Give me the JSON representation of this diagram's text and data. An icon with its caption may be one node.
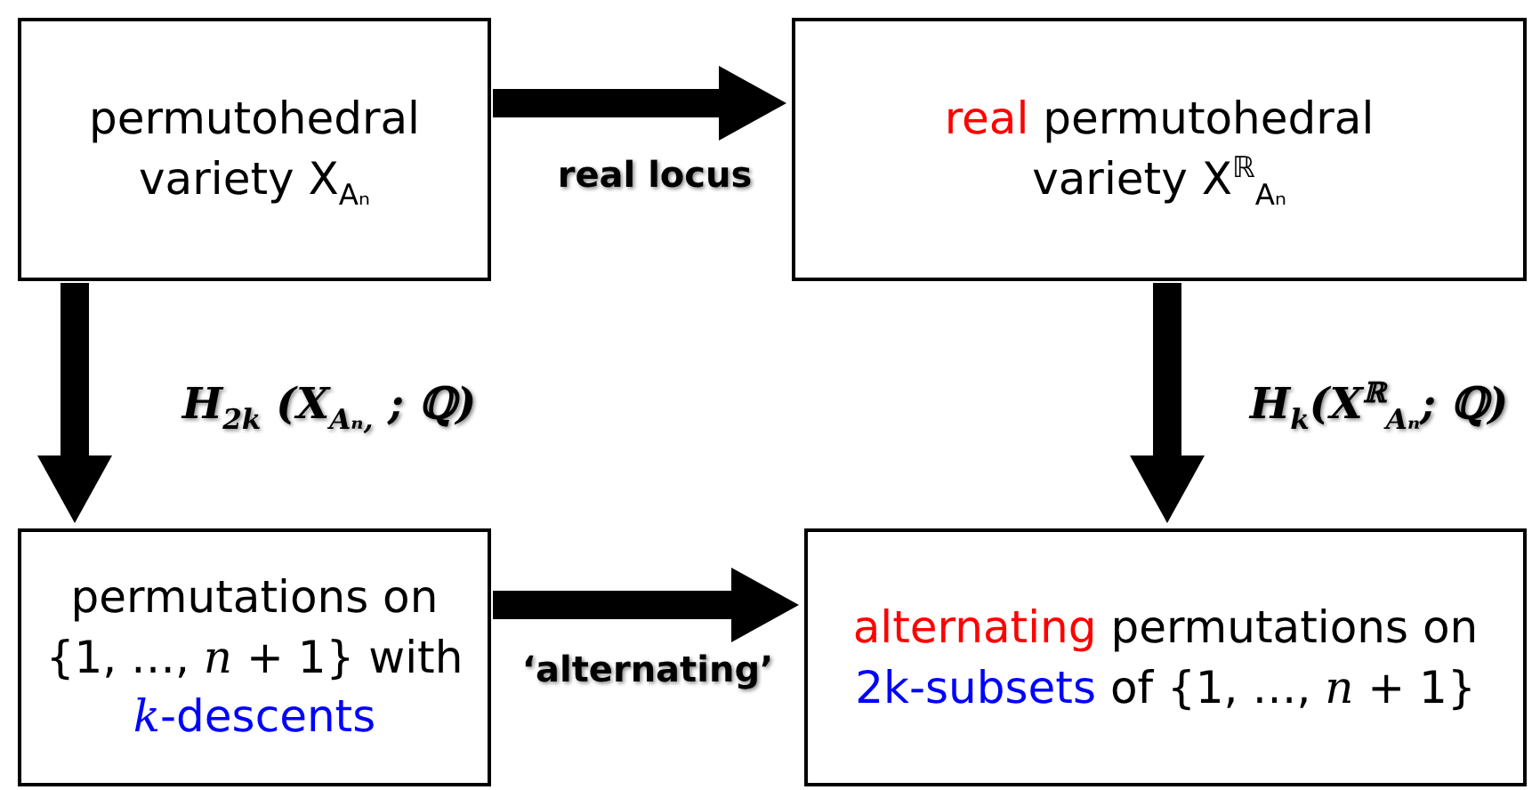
{
  "diagram": {
    "nodes": [
      {
        "text": [
          "permutohedral variety X$_{Aₙ}$"
        ]
      },
      {
        "text": [
          "real",
          "permutohedral variety X$^{ℝ}$$_{Aₙ}$"
        ]
      },
      {
        "text": [
          "permutations on {1, …, *n* + 1} with",
          "*k*-descents"
        ]
      },
      {
        "text": [
          "alternating",
          "permutations on",
          "2k-subsets",
          "of {1, …, *n* + 1}"
        ]
      }
    ],
    "edges": [
      {
        "from": 0,
        "to": 1,
        "arrow": "to",
        "label": "real locus"
      },
      {
        "from": 0,
        "to": 2,
        "arrow": "to",
        "label": "H$_{2k}$ (X$_{Aₙ,}$ ; ℚ)"
      },
      {
        "from": 1,
        "to": 3,
        "arrow": "to",
        "label": "H$_{k}$(X$^{ℝ}$$_{Aₙ}$; ℚ)"
      },
      {
        "from": 2,
        "to": 3,
        "arrow": "to",
        "label": "‘alternating’"
      }
    ]
  }
}
